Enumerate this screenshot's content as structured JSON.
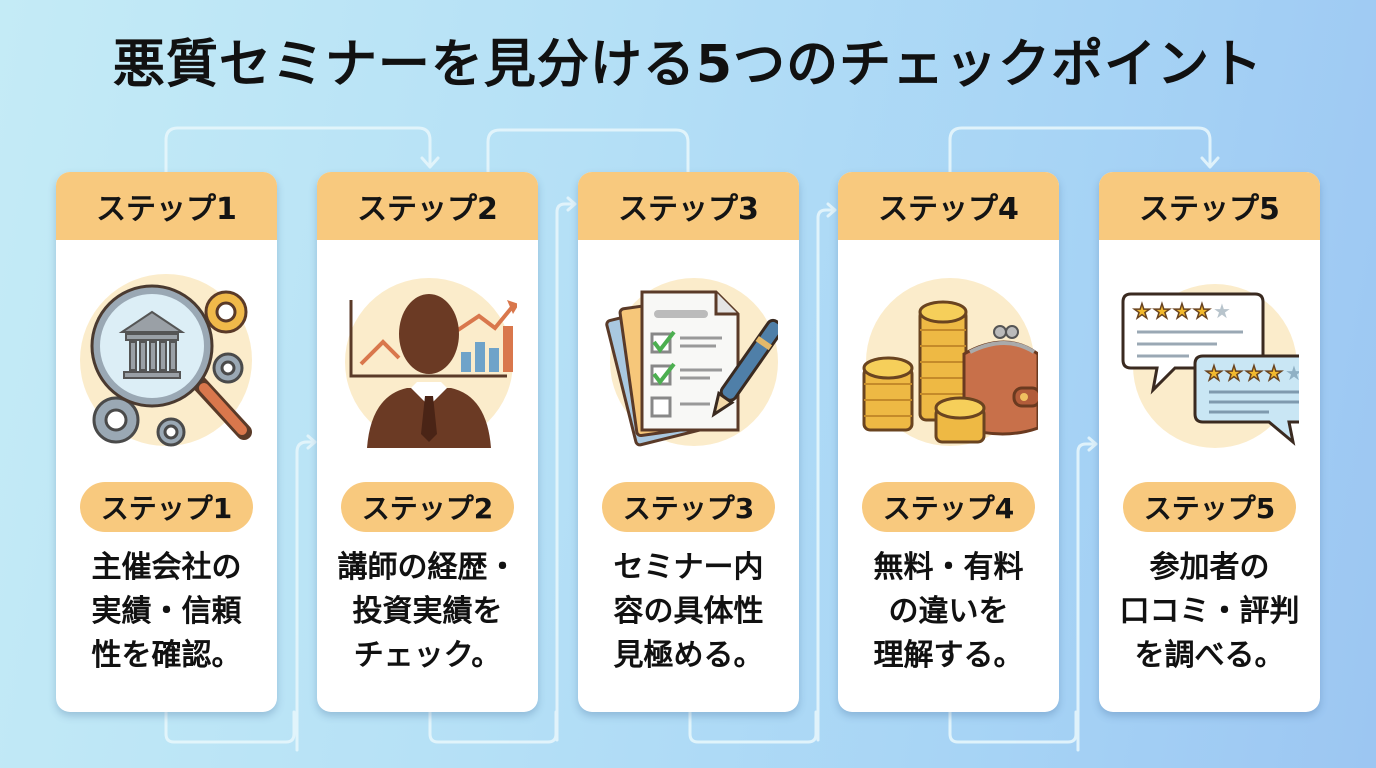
{
  "title": "悪質セミナーを見分ける5つのチェックポイント",
  "colors": {
    "header": "#f8c97e",
    "background_start": "#c4ebf6",
    "background_end": "#9cc6f2",
    "card": "#ffffff",
    "connector": "#e6f6fc"
  },
  "steps": [
    {
      "header": "ステップ1",
      "pill": "ステップ1",
      "icon": "magnifier-bank-gears-icon",
      "lines": [
        "主催会社の",
        "実績・信頼",
        "性を確認。"
      ]
    },
    {
      "header": "ステップ2",
      "pill": "ステップ2",
      "icon": "instructor-chart-icon",
      "lines": [
        "講師の経歴・",
        "投資実績を",
        "チェック。"
      ]
    },
    {
      "header": "ステップ3",
      "pill": "ステップ3",
      "icon": "checklist-pen-icon",
      "lines": [
        "セミナー内",
        "容の具体性",
        "見極める。"
      ]
    },
    {
      "header": "ステップ4",
      "pill": "ステップ4",
      "icon": "coins-purse-icon",
      "lines": [
        "無料・有料",
        "の違いを",
        "理解する。"
      ]
    },
    {
      "header": "ステップ5",
      "pill": "ステップ5",
      "icon": "review-stars-bubbles-icon",
      "lines": [
        "参加者の",
        "口コミ・評判",
        "を調べる。"
      ]
    }
  ]
}
